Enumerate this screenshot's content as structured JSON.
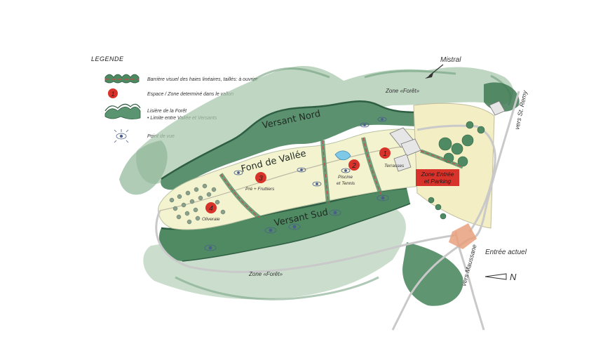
{
  "legend": {
    "title": "LEGENDE",
    "items": [
      {
        "icon": "hedge-barrier-icon",
        "text": "Barrière visuel des haies linéaires, taillés:  à ouvrire"
      },
      {
        "icon": "zone-number-icon",
        "number": "1",
        "text": "Espace / Zone determiné dans le vallon"
      },
      {
        "icon": "forest-edge-icon",
        "text_line1": "Lisière de la Forêt",
        "text_line2": "• Limite entre Vallée et Versants"
      },
      {
        "icon": "viewpoint-icon",
        "text": "Point de vue"
      }
    ]
  },
  "map": {
    "mistral": "Mistral",
    "north": "N",
    "zone_foret_top": "Zone «Forêt»",
    "zone_foret_bottom": "Zone «Forêt»",
    "versant_nord": "Versant Nord",
    "versant_sud": "Versant Sud",
    "fond_de_vallee": "Fond de Vallée",
    "road_st_remy": "vers St. Remy",
    "road_maussane": "vers Maussane",
    "entree_actuel": "Entrée actuel",
    "zones": [
      {
        "number": "1",
        "label": "Terrasses"
      },
      {
        "number": "2",
        "label_line1": "Piscine",
        "label_line2": "et Tennis"
      },
      {
        "number": "3",
        "label": "Pré + Fruttiers"
      },
      {
        "number": "4",
        "label": "Oliveraie"
      }
    ],
    "parking_box": {
      "line1": "Zone Entrée",
      "line2": "et Parking"
    }
  },
  "colors": {
    "forest_dark": "#3f7a55",
    "forest_mid": "#6f9f7c",
    "forest_light": "#a9c8ad",
    "valley": "#f4f3cf",
    "plot": "#f3eec4",
    "accent_red": "#d8332b",
    "road": "#c9c9c9",
    "entry_orange": "#e9a07c"
  }
}
